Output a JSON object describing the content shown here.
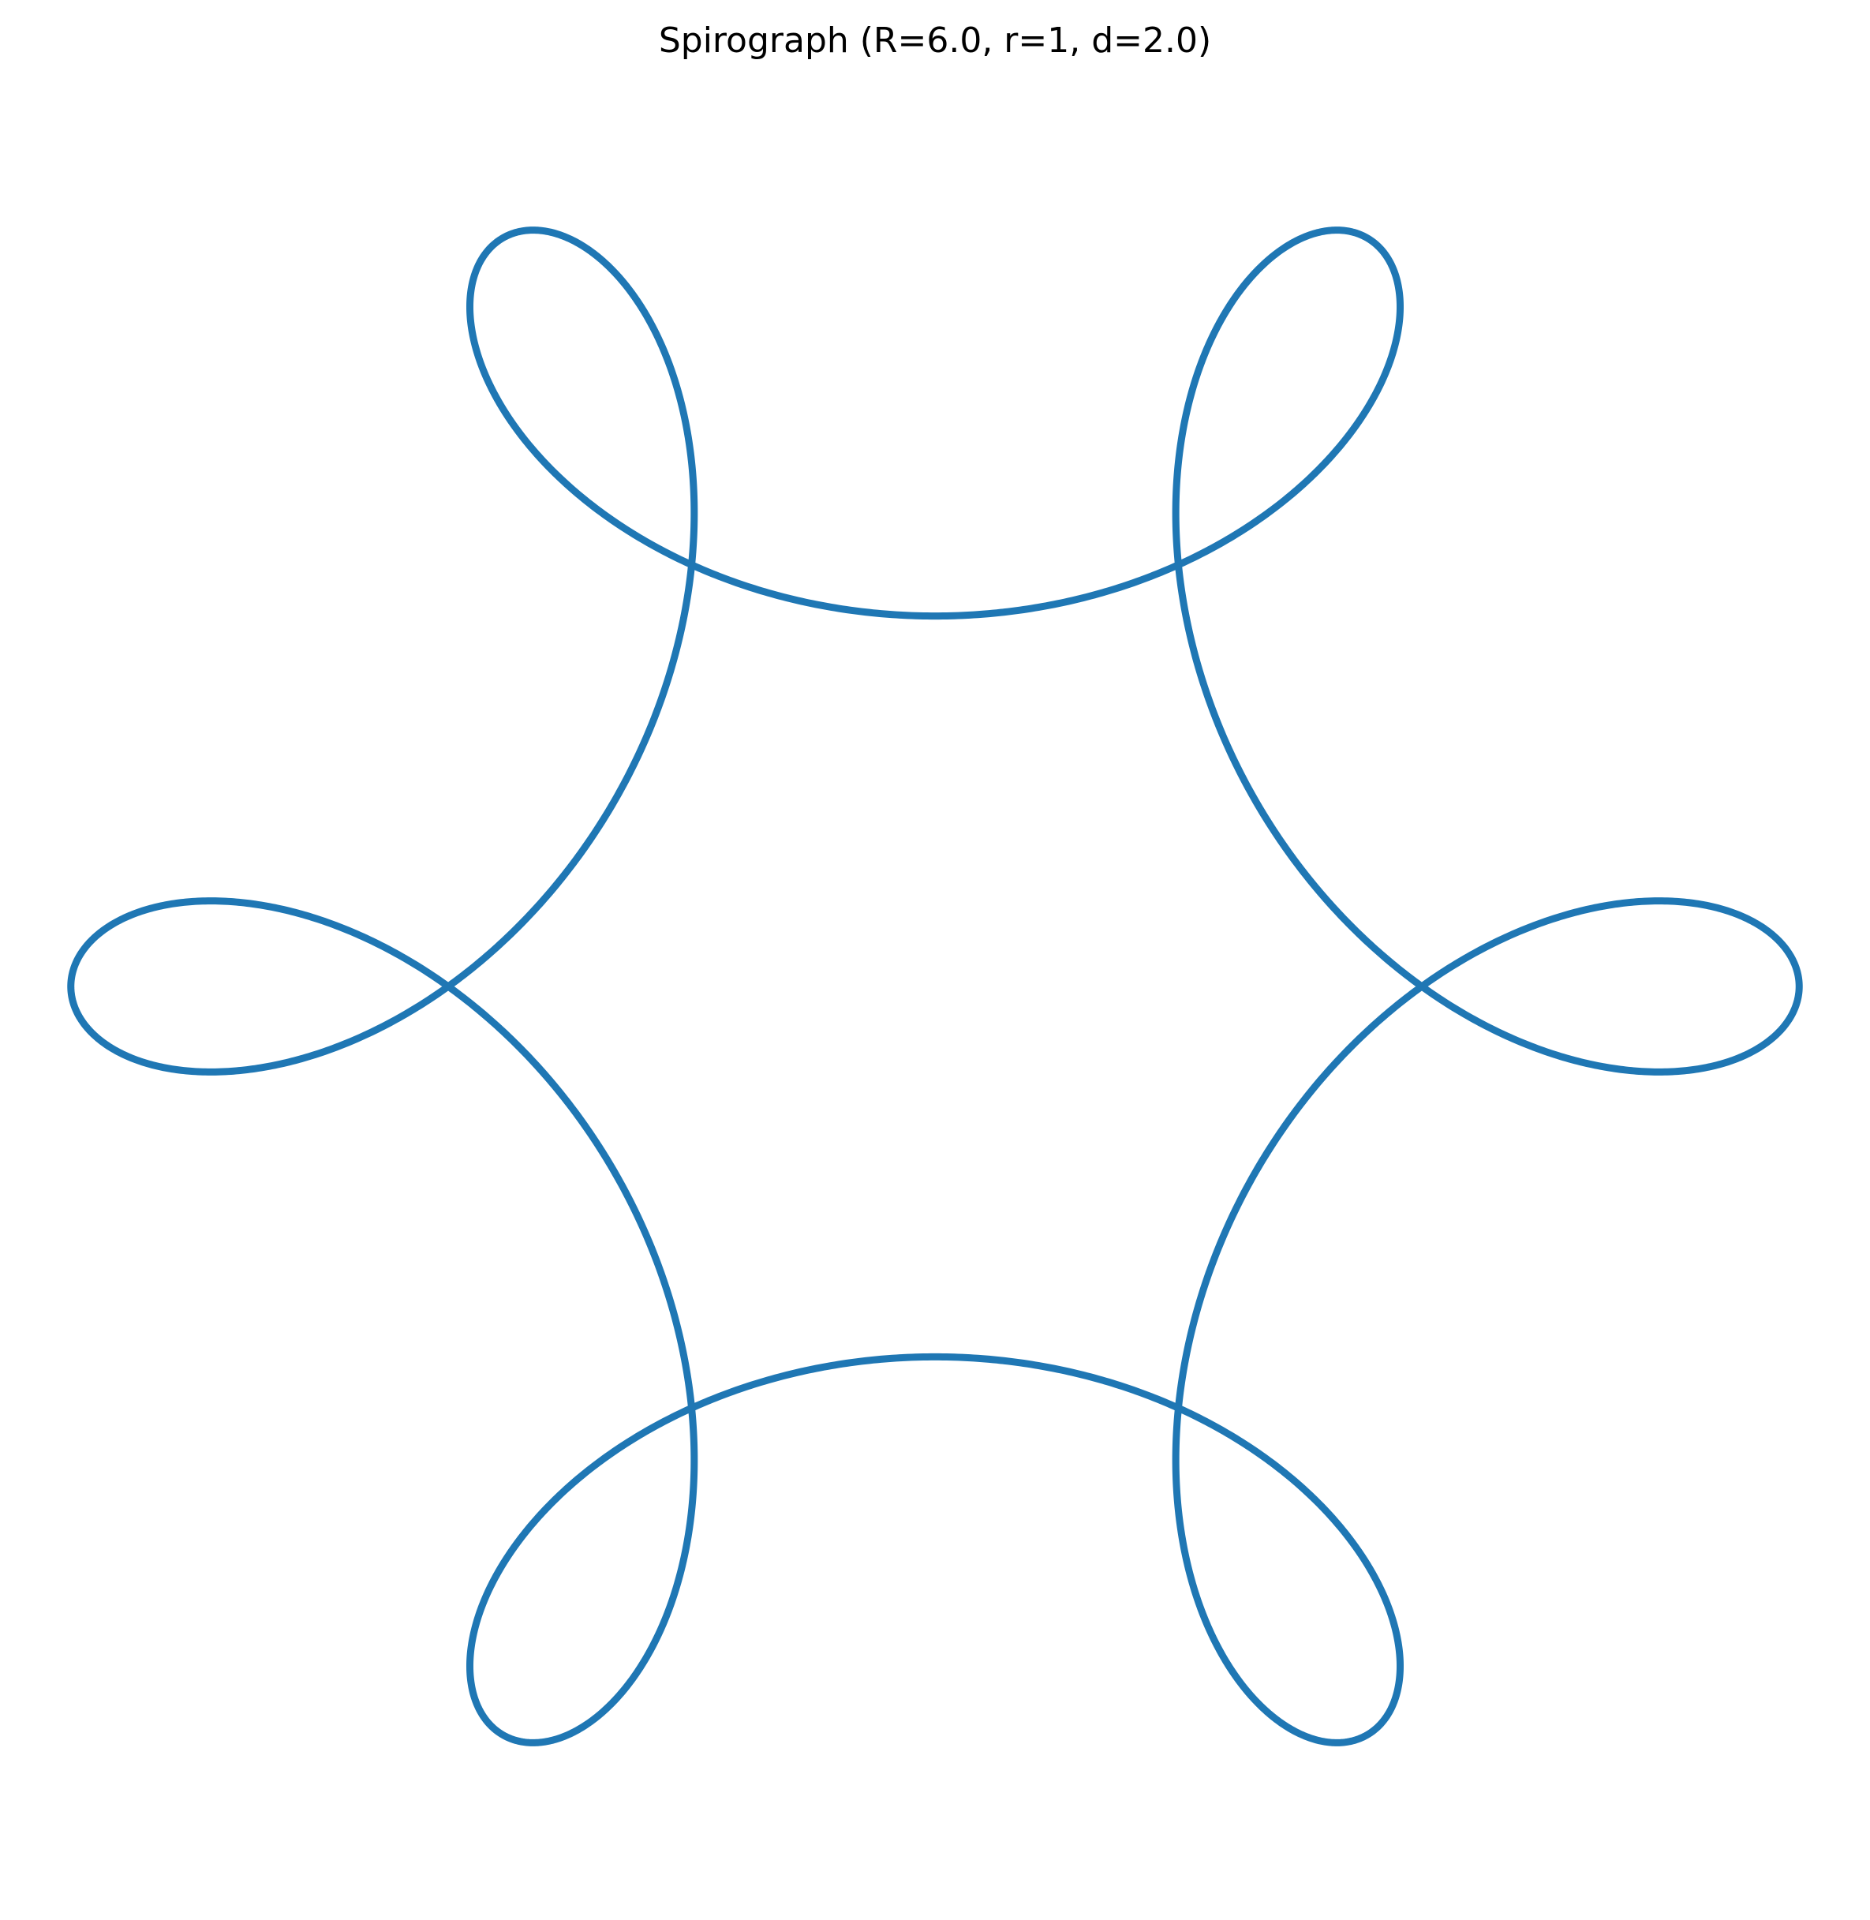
{
  "chart_data": {
    "type": "line",
    "title": "Spirograph (R=6.0, r=1, d=2.0)",
    "curve": "hypotrochoid",
    "parameters": {
      "R": 6.0,
      "r": 1,
      "d": 2.0
    },
    "parametric": {
      "x": "(R - r)·cos(t) + d·cos(((R - r)/r)·t)",
      "y": "(R - r)·sin(t) - d·sin(((R - r)/r)·t)",
      "t_range": [
        0,
        6.283185307
      ]
    },
    "xlim": [
      -7.35,
      7.35
    ],
    "ylim": [
      -7.35,
      7.35
    ],
    "aspect": "equal",
    "axes_visible": false,
    "grid": false,
    "series": [
      {
        "color": "#1f77b4"
      }
    ]
  }
}
